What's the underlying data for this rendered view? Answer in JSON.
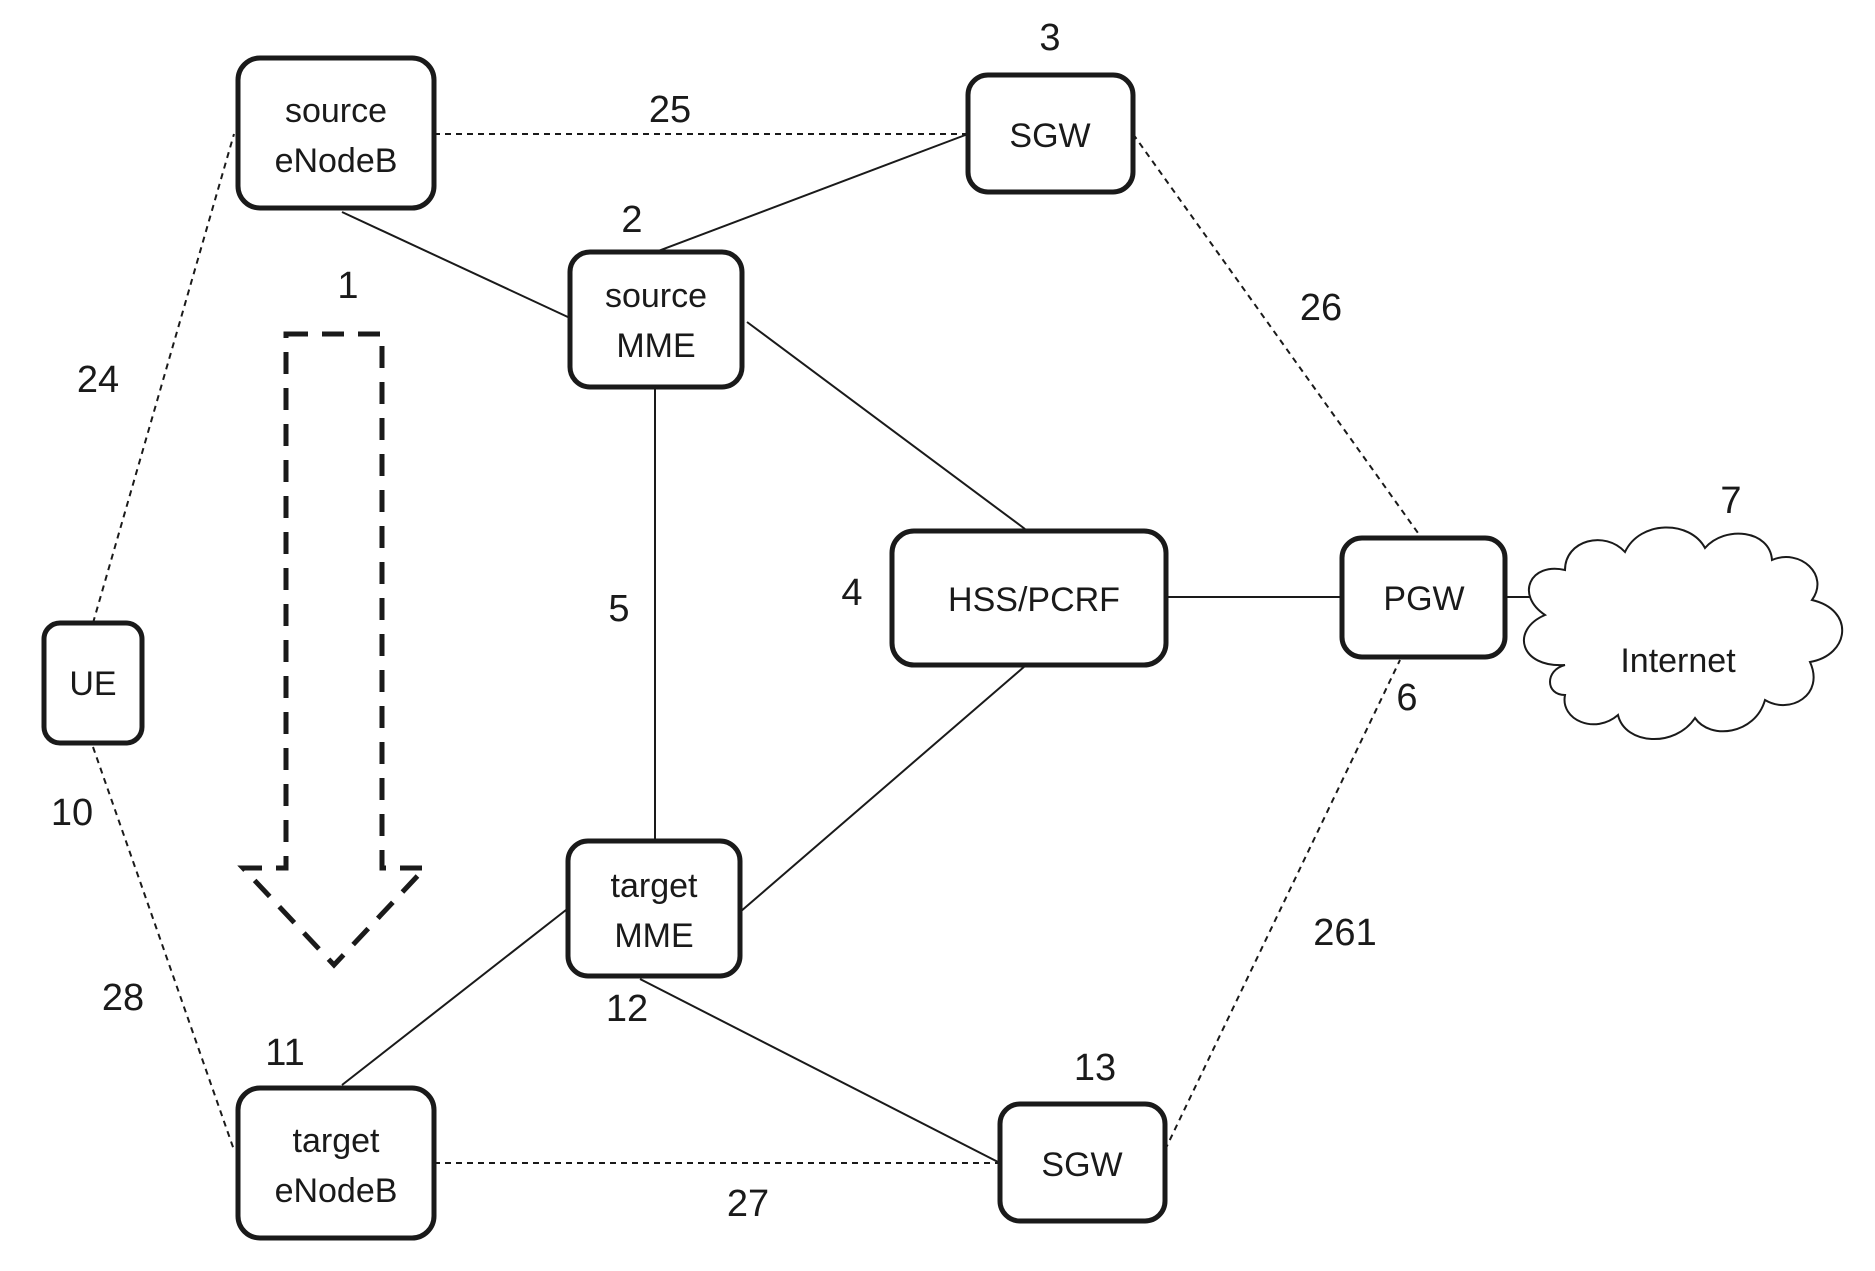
{
  "nodes": {
    "source_enodeb": [
      "source",
      "eNodeB"
    ],
    "sgw_top": [
      "SGW"
    ],
    "source_mme": [
      "source",
      "MME"
    ],
    "hss_pcrf": [
      "HSS/PCRF"
    ],
    "pgw": [
      "PGW"
    ],
    "internet": [
      "Internet"
    ],
    "ue": [
      "UE"
    ],
    "target_mme": [
      "target",
      "MME"
    ],
    "target_enodeb": [
      "target",
      "eNodeB"
    ],
    "sgw_bottom": [
      "SGW"
    ]
  },
  "reference_numerals": {
    "n1": "1",
    "n2": "2",
    "n3": "3",
    "n4": "4",
    "n5": "5",
    "n6": "6",
    "n7": "7",
    "n10": "10",
    "n11": "11",
    "n12": "12",
    "n13": "13",
    "n24": "24",
    "n25": "25",
    "n26": "26",
    "n27": "27",
    "n28": "28",
    "n261": "261"
  }
}
